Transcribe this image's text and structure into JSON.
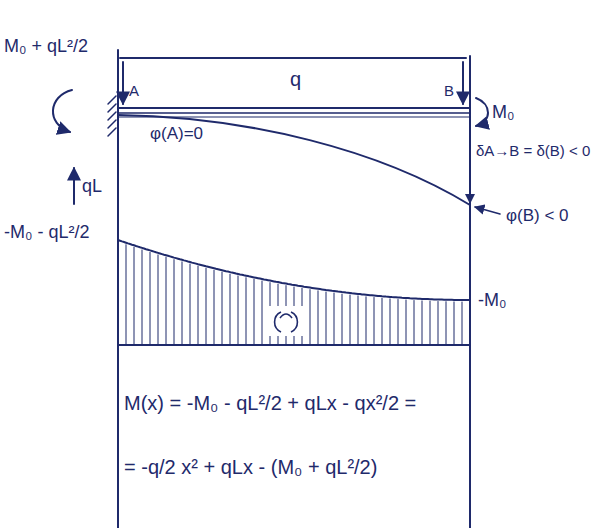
{
  "diagram": {
    "labels": [
      "M₀ + qL²/2",
      "A",
      "q",
      "B",
      "M₀",
      "φ(A)=0",
      "qL",
      "δA→B = δ(B) < 0",
      "φ(B) < 0",
      "-M₀ - qL²/2",
      "-M₀",
      "M(x) = -M₀ - qL²/2 + qLx - qx²/2 =",
      "= -q/2 x² + qLx - (M₀ + qL²/2)"
    ]
  }
}
